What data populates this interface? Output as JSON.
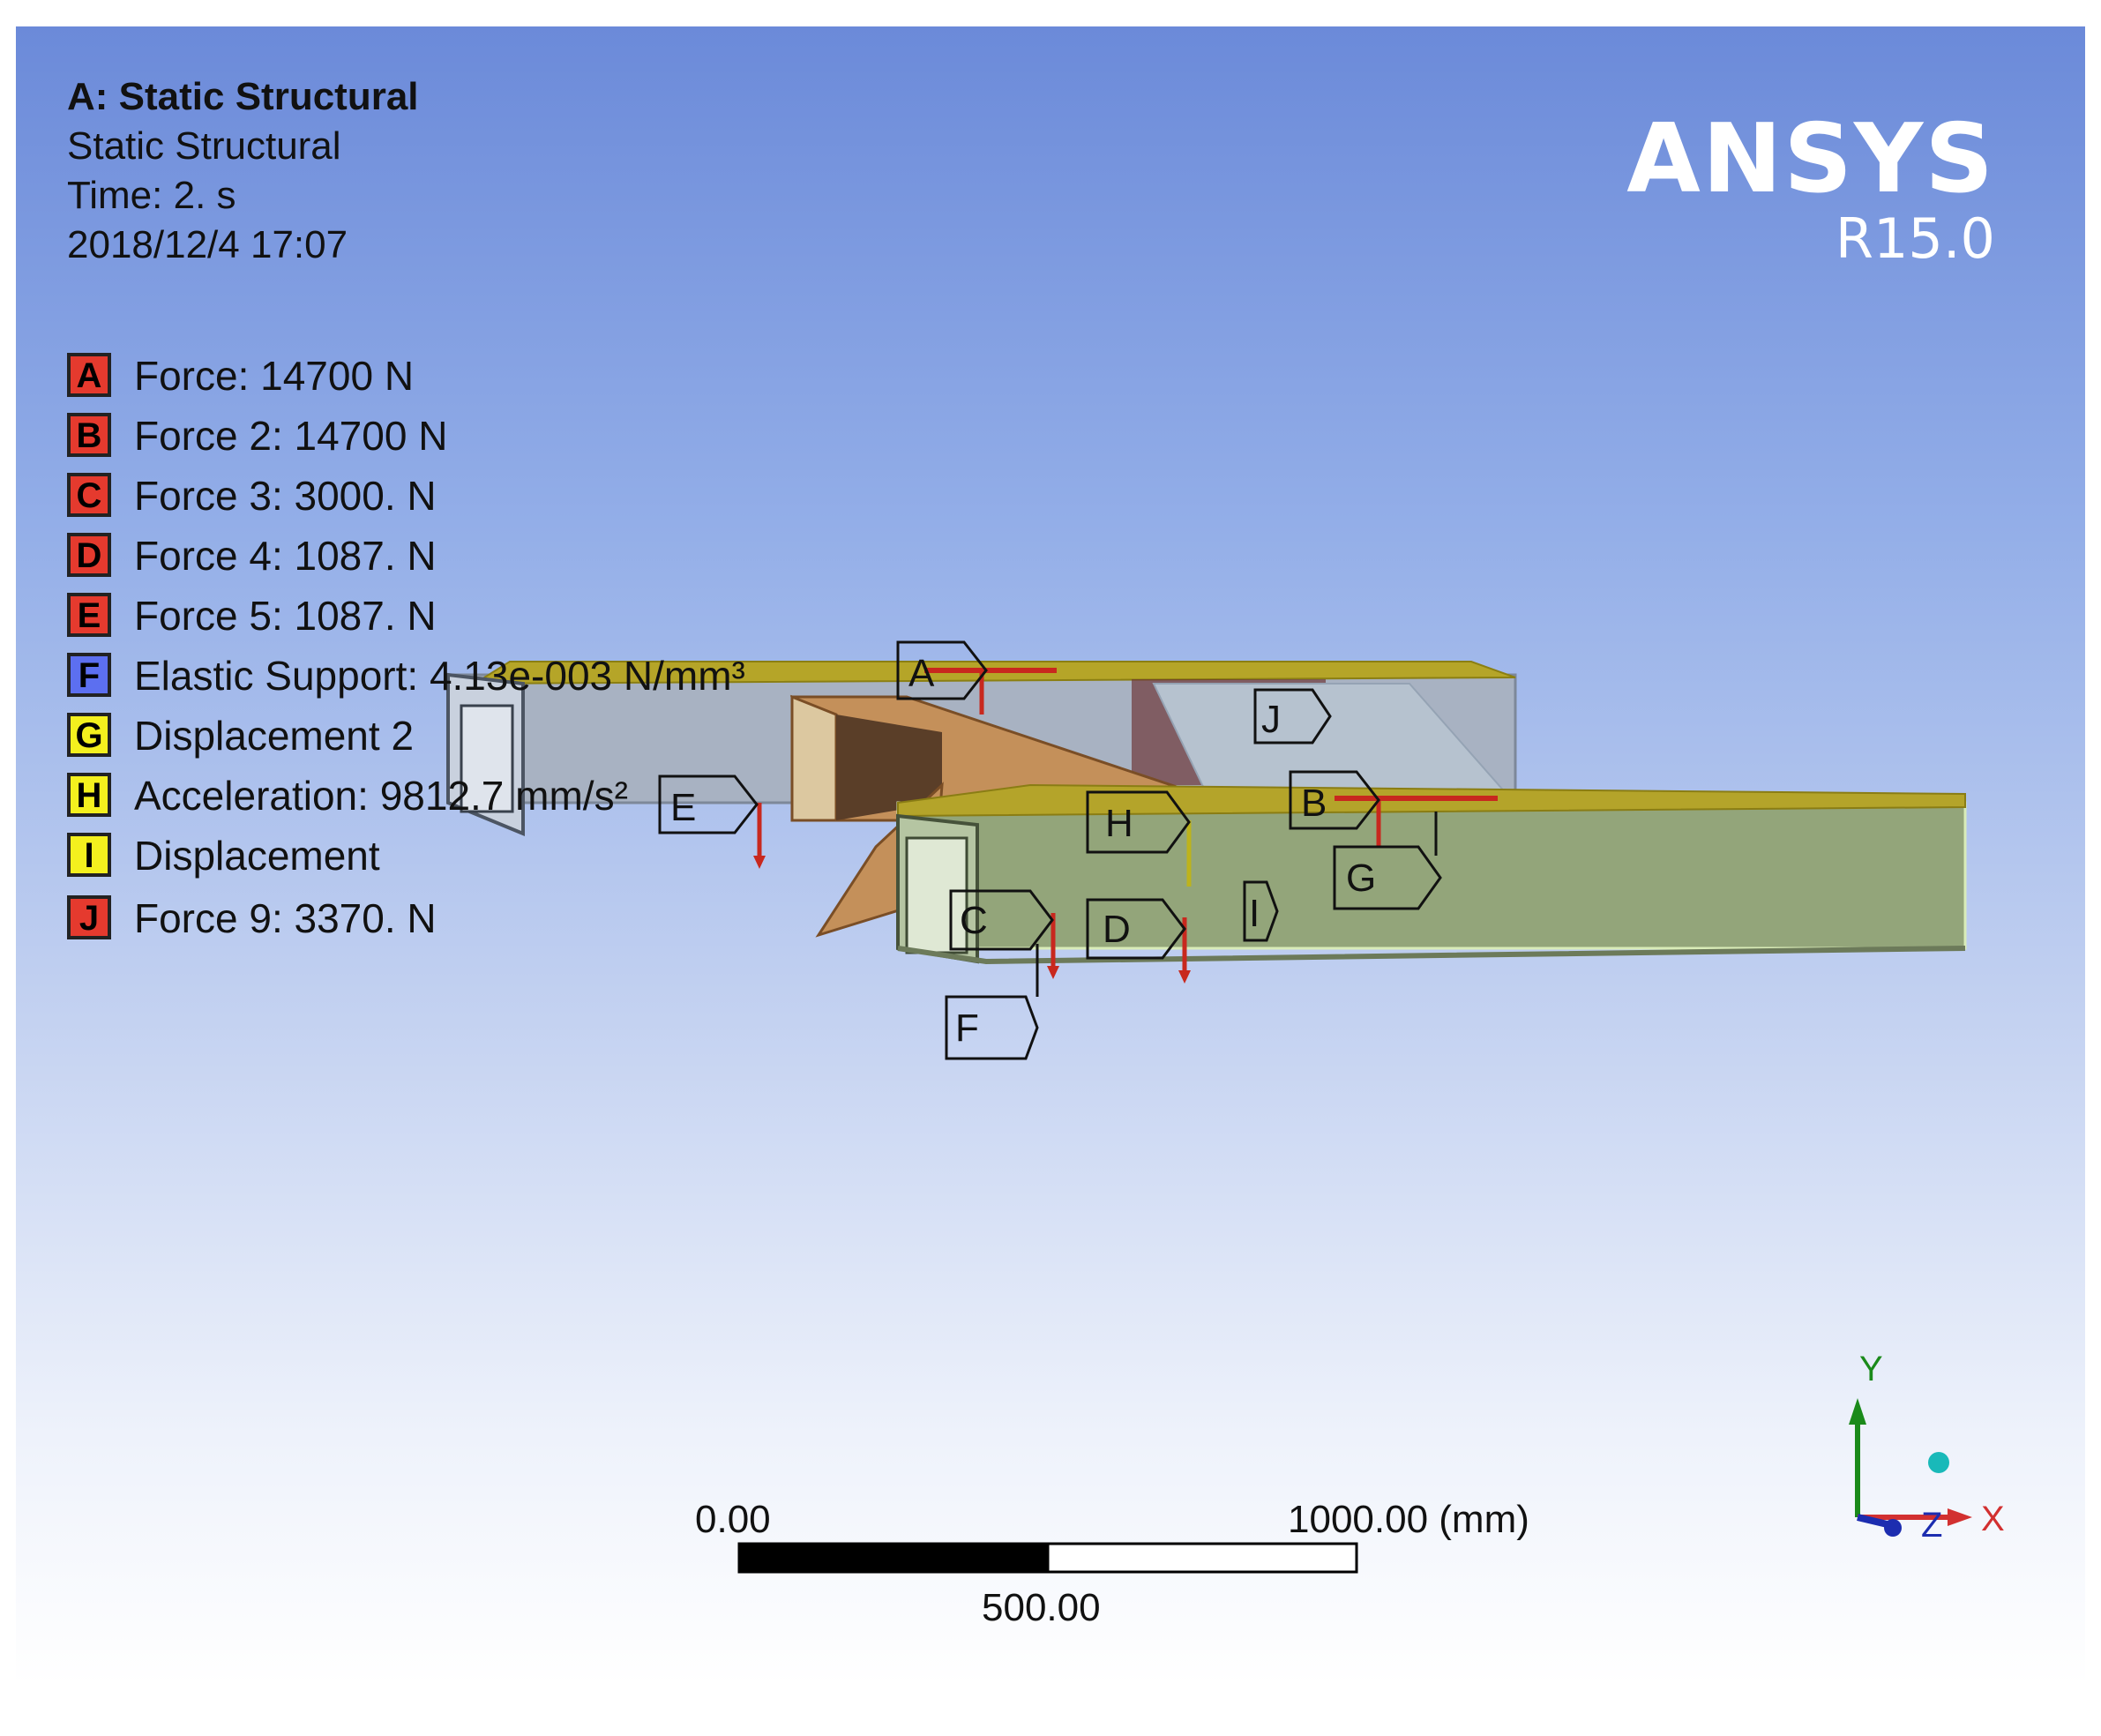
{
  "header": {
    "title": "A: Static Structural",
    "analysis_type": "Static Structural",
    "time": "Time: 2. s",
    "timestamp": "2018/12/4 17:07"
  },
  "brand": {
    "name": "ANSYS",
    "version": "R15.0"
  },
  "legend": [
    {
      "key": "A",
      "label": "Force: 14700 N",
      "color": "#e53a2e"
    },
    {
      "key": "B",
      "label": "Force 2: 14700 N",
      "color": "#e53a2e"
    },
    {
      "key": "C",
      "label": "Force 3: 3000. N",
      "color": "#e53a2e"
    },
    {
      "key": "D",
      "label": "Force 4: 1087. N",
      "color": "#e53a2e"
    },
    {
      "key": "E",
      "label": "Force 5: 1087. N",
      "color": "#e53a2e"
    },
    {
      "key": "F",
      "label": "Elastic Support: 4.13e-003 N/mm³",
      "color": "#5c6ff0"
    },
    {
      "key": "G",
      "label": "Displacement 2",
      "color": "#f4f01e"
    },
    {
      "key": "H",
      "label": "Acceleration: 9812.7 mm/s²",
      "color": "#f4f01e"
    },
    {
      "key": "I",
      "label": "Displacement",
      "color": "#f4f01e"
    },
    {
      "key": "J",
      "label": "Force 9: 3370. N",
      "color": "#e53a2e"
    }
  ],
  "scale_bar": {
    "start": "0.00",
    "mid": "500.00",
    "end": "1000.00 (mm)"
  },
  "triad": {
    "x": "X",
    "y": "Y",
    "z": "Z"
  },
  "tags": [
    "A",
    "B",
    "C",
    "D",
    "E",
    "F",
    "G",
    "H",
    "I",
    "J"
  ]
}
